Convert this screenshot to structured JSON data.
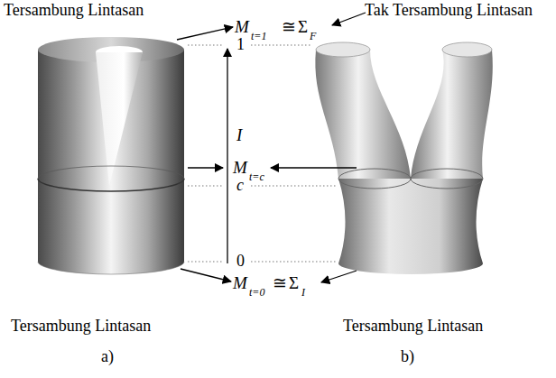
{
  "diagram": {
    "labels": [
      "Tersambung Lintasan",
      "Tak Tersambung Lintasan",
      "M",
      "t=1",
      "≅",
      "Σ",
      "F",
      "1",
      "I",
      "M",
      "t=c",
      "c",
      "0",
      "M",
      "t=0",
      "≅",
      "Σ",
      "I",
      "Tersambung Lintasan",
      "Tersambung Lintasan",
      "a)",
      "b)"
    ]
  }
}
